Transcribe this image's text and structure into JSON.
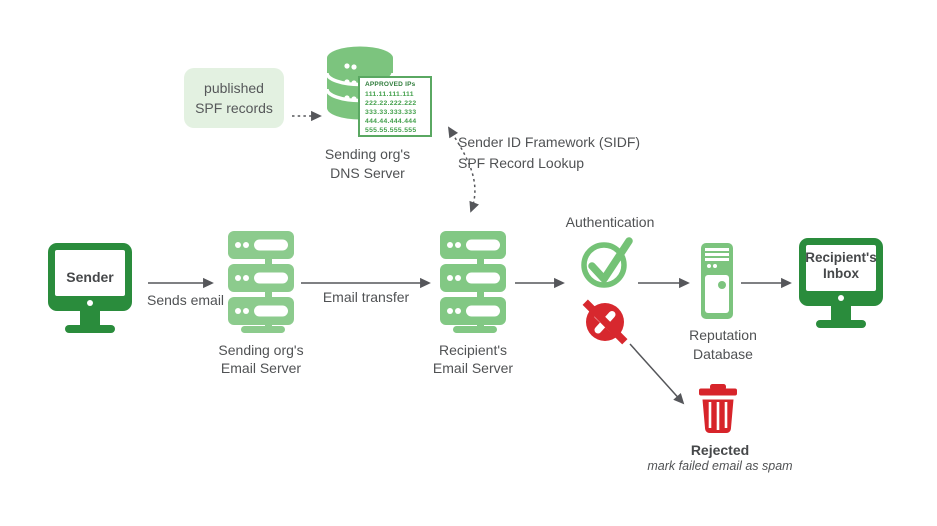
{
  "nodes": {
    "spf_box": {
      "label": "published\nSPF records"
    },
    "dns_server": {
      "label": "Sending org's\nDNS Server",
      "approved_header": "APPROVED IPs",
      "ips": [
        "111.11.111.111",
        "222.22.222.222",
        "333.33.333.333",
        "444.44.444.444",
        "555.55.555.555"
      ]
    },
    "sender": {
      "label": "Sender"
    },
    "sending_server": {
      "label": "Sending org's\nEmail Server"
    },
    "recipient_server": {
      "label": "Recipient's\nEmail Server"
    },
    "authentication": {
      "label": "Authentication"
    },
    "reputation_db": {
      "label": "Reputation\nDatabase"
    },
    "inbox": {
      "label": "Recipient's\nInbox"
    },
    "rejected": {
      "label": "Rejected",
      "sublabel": "mark failed email as spam"
    }
  },
  "edges": {
    "sends_email": {
      "label": "Sends email"
    },
    "email_transfer": {
      "label": "Email transfer"
    },
    "spf_lookup": {
      "label": "Sender ID Framework (SIDF)\nSPF Record Lookup"
    }
  },
  "icons": {
    "sender": "desktop-monitor-icon",
    "dns_server": "database-cylinder-icon",
    "approved_list": "approved-ips-paper-icon",
    "email_server": "server-stack-icon",
    "pass": "check-circle-icon",
    "fail": "x-circle-icon",
    "reputation_db": "server-tower-icon",
    "inbox": "desktop-monitor-icon",
    "rejected": "trash-icon"
  },
  "colors": {
    "dark_green": "#2a8c3c",
    "server_green": "#8ccb8d",
    "recipient_server_green": "#82c884",
    "icon_green": "#7cc47e",
    "pale_green_box": "#e3f1e1",
    "check_green": "#74c276",
    "alert_red": "#d7282e",
    "arrow_gray": "#55565a",
    "text_gray": "#505254"
  }
}
